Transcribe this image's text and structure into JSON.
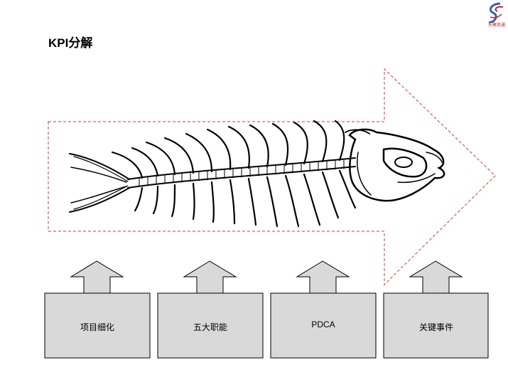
{
  "title": "KPI分解",
  "logo": {
    "text": "元聚商通",
    "subtext": "",
    "colors": {
      "swoosh": "#3366aa",
      "accent": "#cc2222"
    }
  },
  "boxes": [
    {
      "label": "项目细化"
    },
    {
      "label": "五大职能"
    },
    {
      "label": "PDCA"
    },
    {
      "label": "关键事件"
    }
  ],
  "colors": {
    "dashed_arrow": "#e03030",
    "box_fill": "#d9d9d9",
    "box_stroke": "#000000"
  },
  "illustration": "fish-skeleton"
}
